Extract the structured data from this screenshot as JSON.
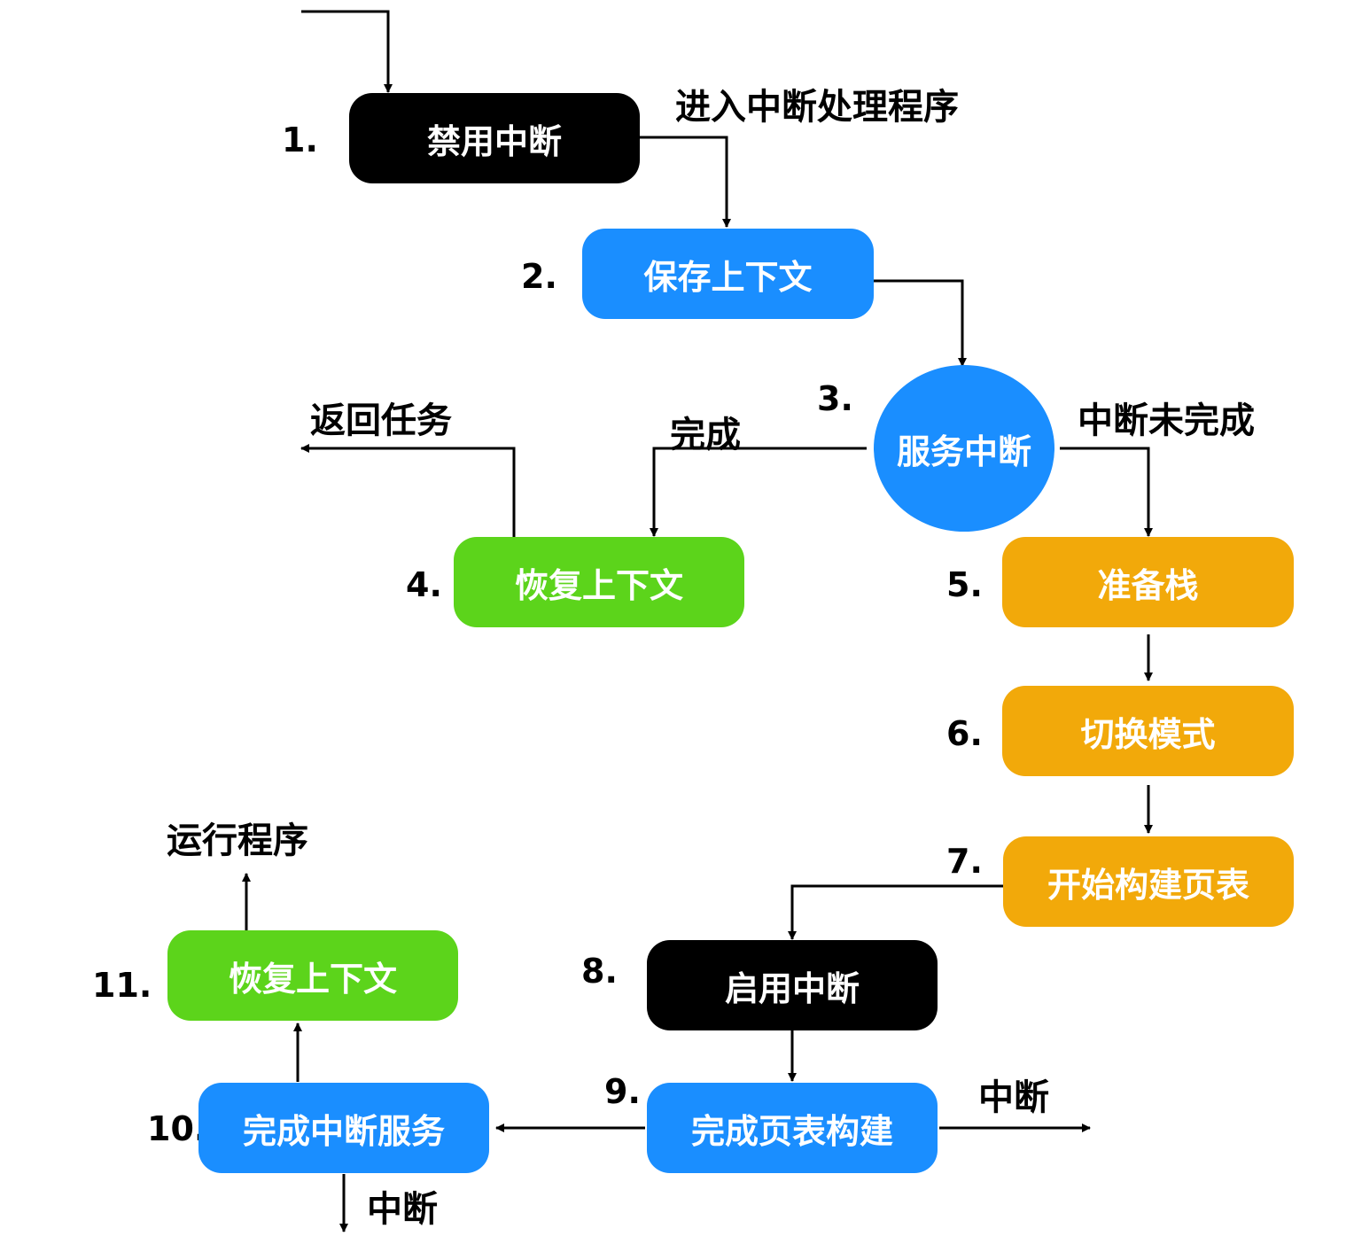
{
  "colors": {
    "black": "#000000",
    "blue": "#1a8eff",
    "green": "#5cd41b",
    "orange": "#f2a90a",
    "line": "#000000"
  },
  "steps": [
    {
      "num": "1.",
      "label": "禁用中断",
      "color": "black"
    },
    {
      "num": "2.",
      "label": "保存上下文",
      "color": "blue"
    },
    {
      "num": "3.",
      "label": "服务中断",
      "color": "blue",
      "shape": "circle"
    },
    {
      "num": "4.",
      "label": "恢复上下文",
      "color": "green"
    },
    {
      "num": "5.",
      "label": "准备栈",
      "color": "orange"
    },
    {
      "num": "6.",
      "label": "切换模式",
      "color": "orange"
    },
    {
      "num": "7.",
      "label": "开始构建页表",
      "color": "orange"
    },
    {
      "num": "8.",
      "label": "启用中断",
      "color": "black"
    },
    {
      "num": "9.",
      "label": "完成页表构建",
      "color": "blue"
    },
    {
      "num": "10.",
      "label": "完成中断服务",
      "color": "blue"
    },
    {
      "num": "11.",
      "label": "恢复上下文",
      "color": "green"
    }
  ],
  "edge_labels": {
    "enter_handler": "进入中断处理程序",
    "return_task": "返回任务",
    "done": "完成",
    "not_done": "中断未完成",
    "run_program": "运行程序",
    "interrupt_right": "中断",
    "interrupt_down": "中断"
  }
}
